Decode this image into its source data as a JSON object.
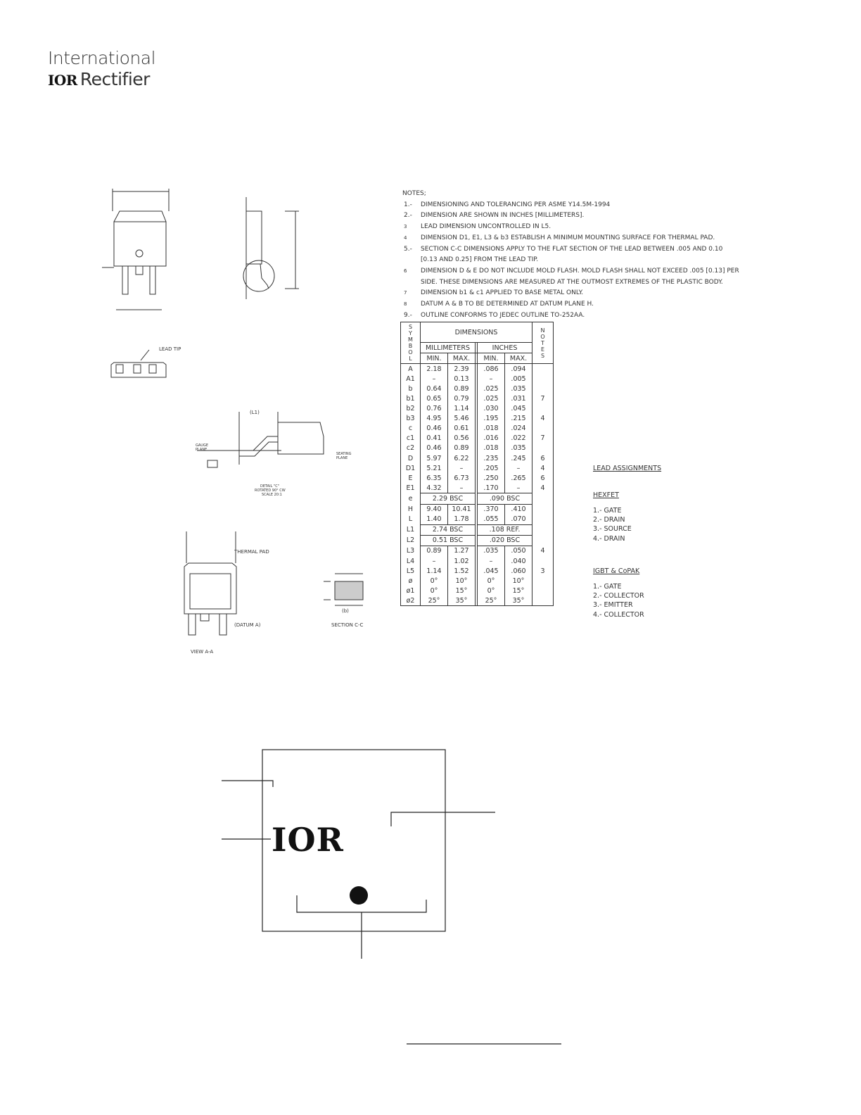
{
  "header": {
    "logo_line1": "International",
    "logo_mark": "IOR",
    "logo_line2": "Rectifier"
  },
  "notes": {
    "title": "NOTES;",
    "items": [
      {
        "num": "1.-",
        "text": "DIMENSIONING AND TOLERANCING PER ASME Y14.5M-1994"
      },
      {
        "num": "2.-",
        "text": "DIMENSION ARE SHOWN IN INCHES [MILLIMETERS]."
      },
      {
        "num": "3",
        "text": "LEAD DIMENSION UNCONTROLLED IN L5."
      },
      {
        "num": "4",
        "text": "DIMENSION D1, E1, L3 & b3 ESTABLISH A MINIMUM MOUNTING SURFACE FOR THERMAL PAD."
      },
      {
        "num": "5.-",
        "text": "SECTION C-C DIMENSIONS APPLY TO THE FLAT SECTION OF THE LEAD BETWEEN .005 AND 0.10",
        "text2": "[0.13 AND 0.25]  FROM THE LEAD TIP."
      },
      {
        "num": "6",
        "text": "DIMENSION D & E DO NOT INCLUDE MOLD  FLASH. MOLD FLASH SHALL NOT EXCEED .005 [0.13] PER",
        "text2": "SIDE. THESE DIMENSIONS ARE MEASURED AT THE OUTMOST EXTREMES OF THE PLASTIC BODY."
      },
      {
        "num": "7",
        "text": "DIMENSION b1 & c1 APPLIED TO BASE METAL ONLY."
      },
      {
        "num": "8",
        "text": "DATUM A & B TO BE DETERMINED AT DATUM PLANE H."
      },
      {
        "num": "9.-",
        "text": "OUTLINE CONFORMS TO JEDEC OUTLINE TO-252AA."
      }
    ]
  },
  "table": {
    "symbol_header": "S Y M B O L",
    "dimensions": "DIMENSIONS",
    "millimeters": "MILLIMETERS",
    "inches": "INCHES",
    "min": "MIN.",
    "max": "MAX.",
    "notes_header": "N O T E S",
    "rows": [
      [
        "A",
        "2.18",
        "2.39",
        ".086",
        ".094",
        ""
      ],
      [
        "A1",
        "–",
        "0.13",
        "–",
        ".005",
        ""
      ],
      [
        "b",
        "0.64",
        "0.89",
        ".025",
        ".035",
        ""
      ],
      [
        "b1",
        "0.65",
        "0.79",
        ".025",
        ".031",
        "7"
      ],
      [
        "b2",
        "0.76",
        "1.14",
        ".030",
        ".045",
        ""
      ],
      [
        "b3",
        "4.95",
        "5.46",
        ".195",
        ".215",
        "4"
      ],
      [
        "c",
        "0.46",
        "0.61",
        ".018",
        ".024",
        ""
      ],
      [
        "c1",
        "0.41",
        "0.56",
        ".016",
        ".022",
        "7"
      ],
      [
        "c2",
        "0.46",
        "0.89",
        ".018",
        ".035",
        ""
      ],
      [
        "D",
        "5.97",
        "6.22",
        ".235",
        ".245",
        "6"
      ],
      [
        "D1",
        "5.21",
        "–",
        ".205",
        "–",
        "4"
      ],
      [
        "E",
        "6.35",
        "6.73",
        ".250",
        ".265",
        "6"
      ],
      [
        "E1",
        "4.32",
        "–",
        ".170",
        "–",
        "4"
      ],
      [
        "e",
        "2.29  BSC",
        "",
        ".090  BSC",
        "",
        ""
      ],
      [
        "H",
        "9.40",
        "10.41",
        ".370",
        ".410",
        ""
      ],
      [
        "L",
        "1.40",
        "1.78",
        ".055",
        ".070",
        ""
      ],
      [
        "L1",
        "2.74  BSC",
        "",
        ".108  REF.",
        "",
        ""
      ],
      [
        "L2",
        "0.51  BSC",
        "",
        ".020  BSC",
        "",
        ""
      ],
      [
        "L3",
        "0.89",
        "1.27",
        ".035",
        ".050",
        "4"
      ],
      [
        "L4",
        "–",
        "1.02",
        "–",
        ".040",
        ""
      ],
      [
        "L5",
        "1.14",
        "1.52",
        ".045",
        ".060",
        "3"
      ],
      [
        "ø",
        "0°",
        "10°",
        "0°",
        "10°",
        ""
      ],
      [
        "ø1",
        "0°",
        "15°",
        "0°",
        "15°",
        ""
      ],
      [
        "ø2",
        "25°",
        "35°",
        "25°",
        "35°",
        ""
      ]
    ]
  },
  "lead_assignments": {
    "title": "LEAD ASSIGNMENTS",
    "hexfet": {
      "title": "HEXFET",
      "items": [
        "1.- GATE",
        "2.- DRAIN",
        "3.- SOURCE",
        "4.- DRAIN"
      ]
    },
    "igbt": {
      "title": "IGBT & CoPAK",
      "items": [
        "1.- GATE",
        "2.- COLLECTOR",
        "3.- EMITTER",
        "4.- COLLECTOR"
      ]
    }
  },
  "drawing_labels": {
    "lead_tip": "LEAD TIP",
    "thermal_pad": "THERMAL PAD",
    "datum_a": "(DATUM A)",
    "view_aa": "VIEW A-A",
    "section_cc": "SECTION C-C",
    "detail_c": "DETAIL \"C\"",
    "rotated": "ROTATED 90° CW",
    "scale": "SCALE 20:1",
    "gauge_plane": "GAUGE PLANE",
    "seating_plane": "SEATING PLANE",
    "l1": "(L1)",
    "b_paren": "(b)"
  },
  "marking": {
    "logo": "IOR"
  }
}
